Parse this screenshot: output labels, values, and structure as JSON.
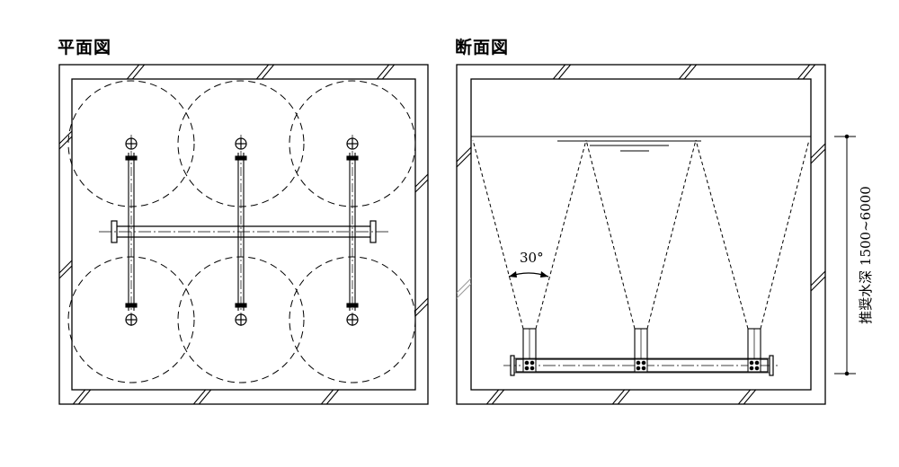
{
  "plan": {
    "title": "平面図"
  },
  "section": {
    "title": "断面図",
    "angle_label": "30°",
    "depth_label": "推奨水深 1500~6000"
  },
  "colors": {
    "line": "#000000",
    "background": "#ffffff"
  }
}
